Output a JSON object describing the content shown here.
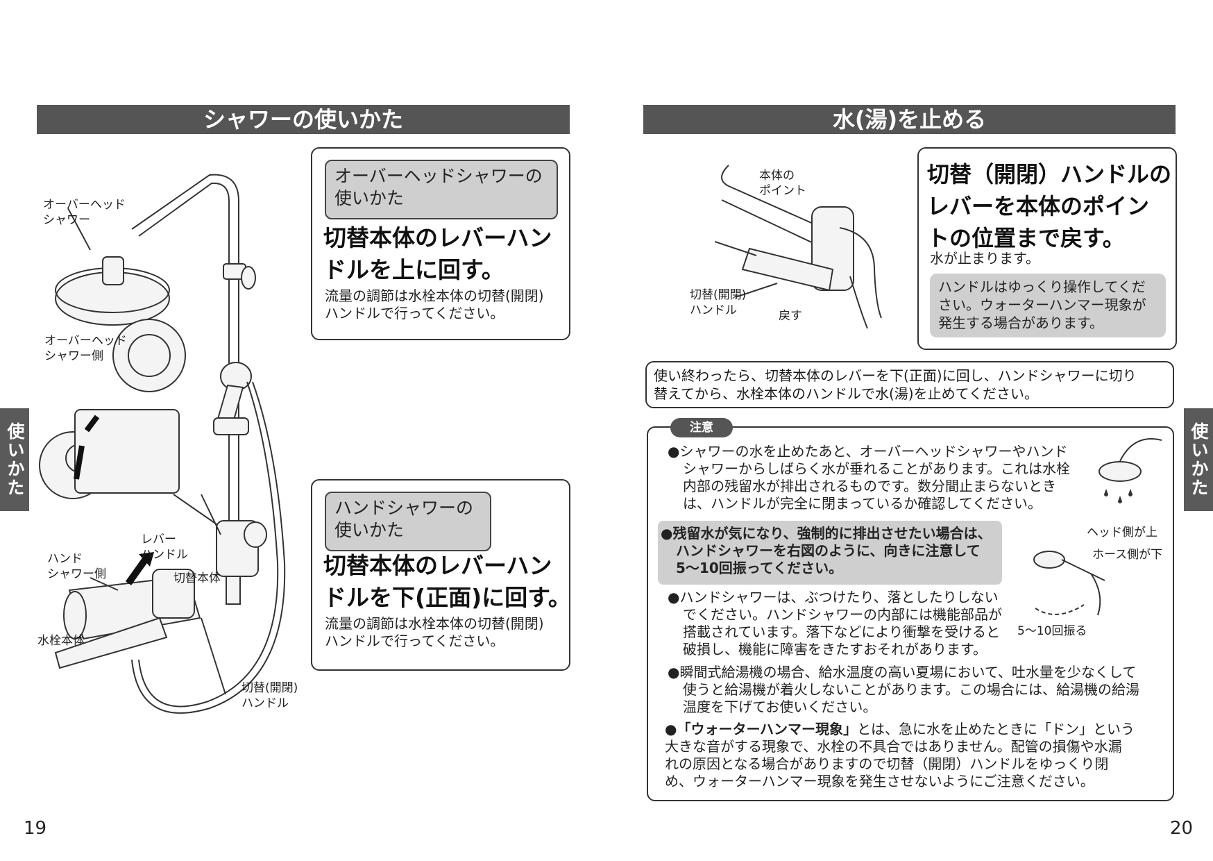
{
  "left": {
    "header": "シャワーの使いかた",
    "labels": {
      "overhead_shower": "オーバーヘッド\nシャワー",
      "overhead_side": "オーバーヘッド\nシャワー側",
      "lever_handle": "レバー\nハンドル",
      "hand_side": "ハンド\nシャワー側",
      "switch_body": "切替本体",
      "faucet_body": "水栓本体",
      "switch_handle": "切替(開閉)\nハンドル"
    },
    "overhead_box": {
      "title": "オーバーヘッドシャワーの\n使いかた",
      "instruction": "切替本体のレバーハン\nドルを上に回す。",
      "note": "流量の調節は水栓本体の切替(開閉)\nハンドルで行ってください。"
    },
    "hand_box": {
      "title": "ハンドシャワーの\n使いかた",
      "instruction": "切替本体のレバーハン\nドルを下(正面)に回す。",
      "note": "流量の調節は水栓本体の切替(開閉)\nハンドルで行ってください。"
    },
    "side_tab": "使いかた",
    "page_number": "19"
  },
  "right": {
    "header": "水(湯)を止める",
    "labels": {
      "point": "本体の\nポイント",
      "switch_handle": "切替(開閉)\nハンドル",
      "return": "戻す",
      "head_up": "ヘッド側が上",
      "hose_down": "ホース側が下",
      "shake": "5〜10回振る"
    },
    "stop_box": {
      "instruction": "切替（開閉）ハンドルの\nレバーを本体のポイン\nトの位置まで戻す。",
      "result": "水が止まります。",
      "tip": "ハンドルはゆっくり操作してくだ\nさい。ウォーターハンマー現象が\n発生する場合があります。"
    },
    "after_use": "使い終わったら、切替本体のレバーを下(正面)に回し、ハンドシャワーに切り\n替えてから、水栓本体のハンドルで水(湯)を止めてください。",
    "caution": {
      "badge": "注意",
      "items": [
        "●シャワーの水を止めたあと、オーバーヘッドシャワーやハンド\nシャワーからしばらく水が垂れることがあります。これは水栓\n内部の残留水が排出されるものです。数分間止まらないとき\nは、ハンドルが完全に閉まっているか確認してください。",
        "●残留水が気になり、強制的に排出させたい場合は、\nハンドシャワーを右図のように、向きに注意して\n5〜10回振ってください。",
        "●ハンドシャワーは、ぶつけたり、落としたりしない\nでください。ハンドシャワーの内部には機能部品が\n搭載されています。落下などにより衝撃を受けると\n破損し、機能に障害をきたすおそれがあります。",
        "●瞬間式給湯機の場合、給水温度の高い夏場において、吐水量を少なくして\n使うと給湯機が着火しないことがあります。この場合には、給湯機の給湯\n温度を下げてお使いください。"
      ],
      "water_hammer_term": "●「ウォーターハンマー現象」",
      "water_hammer_text": "とは、急に水を止めたときに「ドン」という\n大きな音がする現象で、水栓の不具合ではありません。配管の損傷や水漏\nれの原因となる場合がありますので切替（開閉）ハンドルをゆっくり閉\nめ、ウォーターハンマー現象を発生させないようにご注意ください。"
    },
    "side_tab": "使いかた",
    "page_number": "20"
  }
}
